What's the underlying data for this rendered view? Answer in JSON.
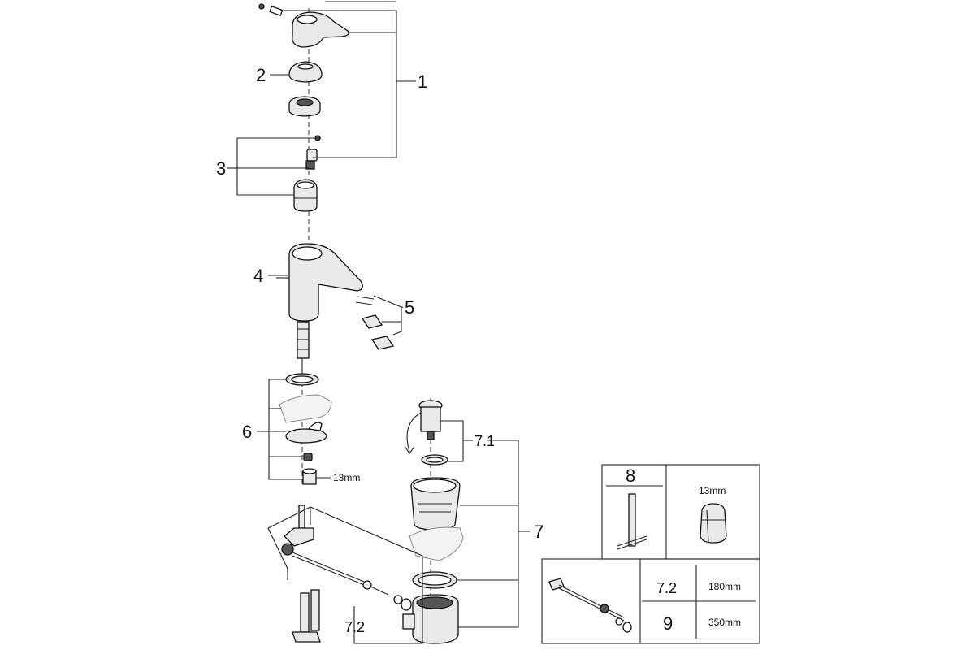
{
  "callouts": {
    "c1": "1",
    "c2": "2",
    "c3": "3",
    "c4": "4",
    "c5": "5",
    "c6": "6",
    "c7": "7",
    "c7_1": "7.1",
    "c7_2": "7.2",
    "size_13mm": "13mm"
  },
  "legend_tool": {
    "number": "8",
    "size": "13mm"
  },
  "legend_rods": {
    "row1_label": "7.2",
    "row1_length": "180mm",
    "row2_label": "9",
    "row2_length": "350mm"
  }
}
